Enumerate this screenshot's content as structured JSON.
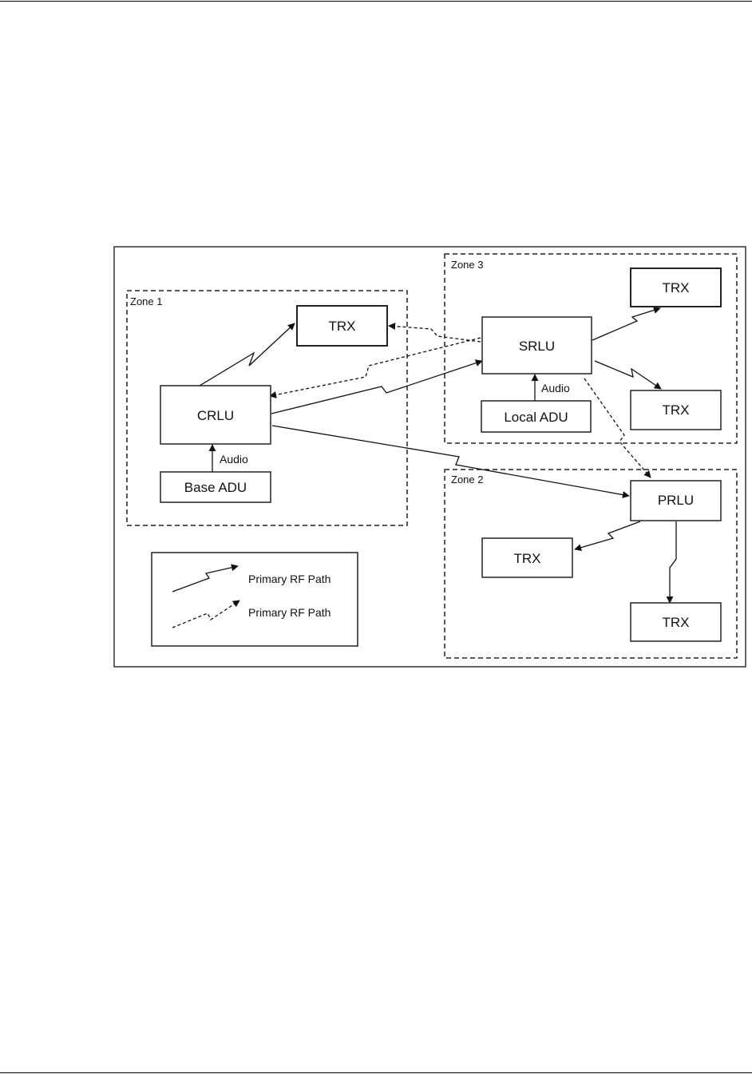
{
  "zones": {
    "zone1": "Zone 1",
    "zone2": "Zone 2",
    "zone3": "Zone 3"
  },
  "nodes": {
    "crlu": "CRLU",
    "srlu": "SRLU",
    "prlu": "PRLU",
    "base_adu": "Base ADU",
    "local_adu": "Local ADU",
    "trx_zone1": "TRX",
    "trx_zone3_top": "TRX",
    "trx_zone3_bottom": "TRX",
    "trx_zone2_left": "TRX",
    "trx_zone2_bottom": "TRX"
  },
  "labels": {
    "audio_base": "Audio",
    "audio_local": "Audio"
  },
  "legend": {
    "solid_label": "Primary RF Path",
    "dashed_label": "Primary RF Path"
  }
}
